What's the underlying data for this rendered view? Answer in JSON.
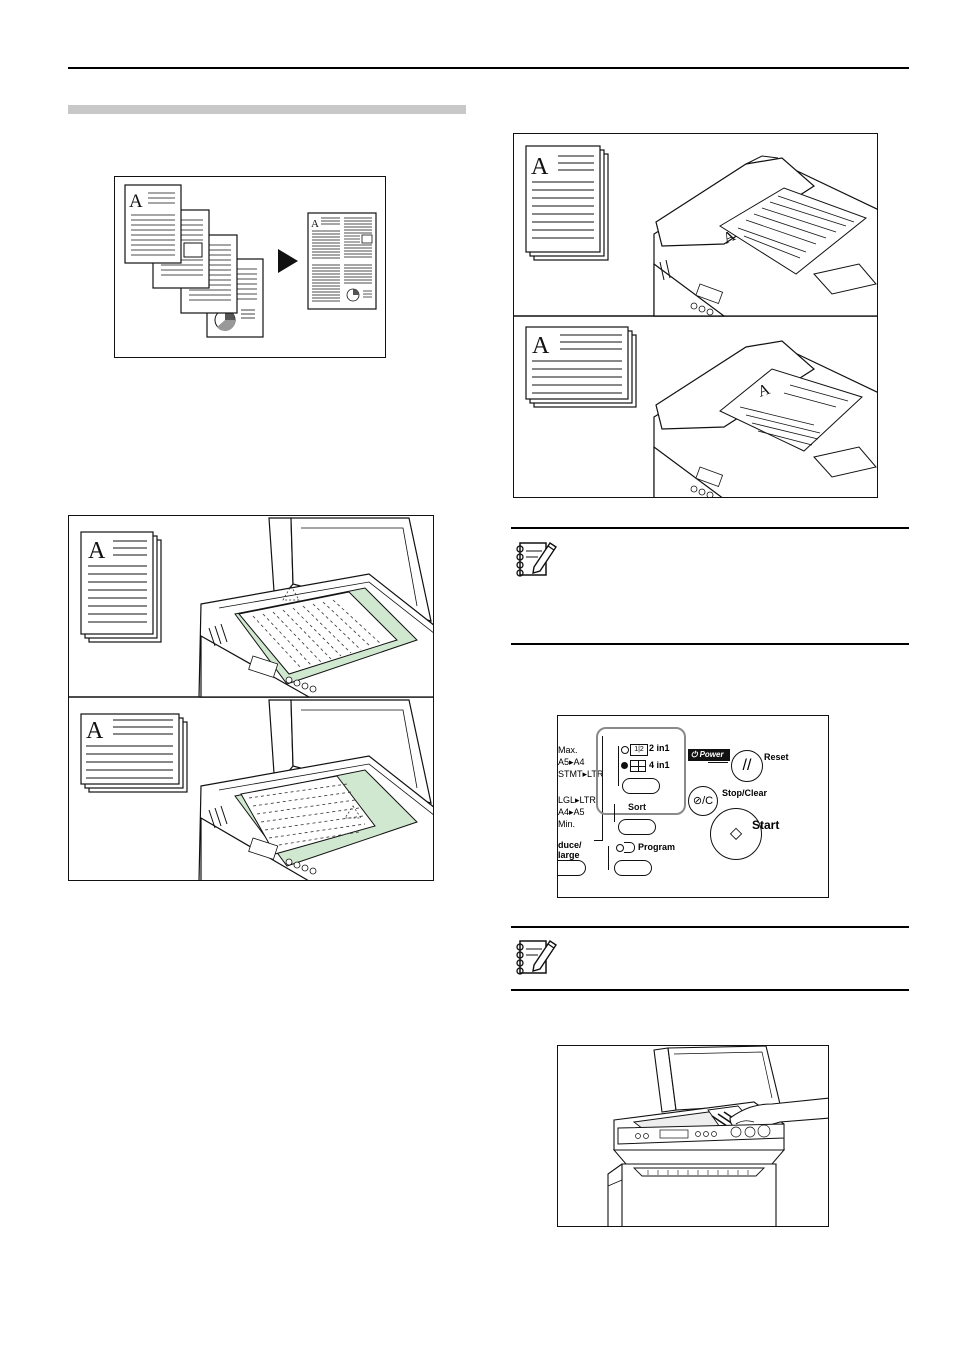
{
  "page": {
    "theme": {
      "ink": "#111111",
      "glass_green": "#cfe8cf",
      "section_bar": "#c8c8c8",
      "highlight": "#8a8a8a"
    }
  },
  "figures": {
    "combine": {
      "doc_letter": "A"
    },
    "platen": {
      "doc_letter": "A"
    },
    "feeder": {
      "doc_letter": "A"
    }
  },
  "control_panel": {
    "left_labels": [
      "Max.",
      "A5▸A4",
      "STMT▸LTR",
      "LGL▸LTR",
      "A4▸A5",
      "Min."
    ],
    "reduce_enlarge": [
      "duce/",
      "large"
    ],
    "combine_2in1": "2 in1",
    "combine_4in1": "4 in1",
    "sort": "Sort",
    "program": "Program",
    "power": "Power",
    "reset": "Reset",
    "stop_clear": "Stop/Clear",
    "start": "Start"
  },
  "icons": [
    "note-icon",
    "note-icon"
  ]
}
